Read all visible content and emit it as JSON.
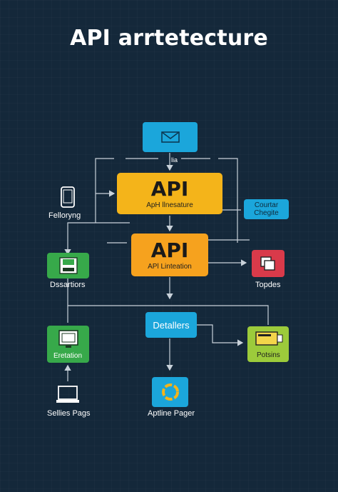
{
  "title": "API arrtetecture",
  "nodes": {
    "mail_tag": "lia",
    "phone_label": "Felloryng",
    "api_top": {
      "big": "API",
      "sub": "ApH llnesature"
    },
    "courier": {
      "line1": "Courtar",
      "line2": "Chegite"
    },
    "storage_label": "Dssartiors",
    "api_mid": {
      "big": "API",
      "sub": "APl Linteation"
    },
    "topdes_label": "Topdes",
    "detailers": "Detallers",
    "monitor_label": "Eretation",
    "potsins_label": "Potsins",
    "laptop_label": "Sellies Pags",
    "pager_label": "Aptline Pager"
  },
  "colors": {
    "background": "#14283a",
    "blue": "#1ba6db",
    "yellow": "#f4b41a",
    "orange": "#f6a21e",
    "green": "#37a94a",
    "red": "#d93a4a",
    "lime": "#9ccb3b",
    "wire": "#c9d2da"
  },
  "icons": [
    "envelope-icon",
    "phone-icon",
    "floppy-icon",
    "stacked-pages-icon",
    "monitor-icon",
    "panel-icon",
    "laptop-icon",
    "ring-icon"
  ]
}
